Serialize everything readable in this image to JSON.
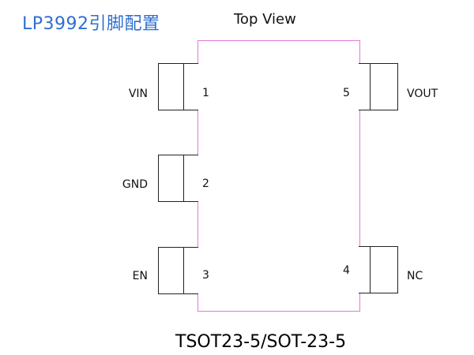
{
  "title": "LP3992引脚配置",
  "view_label": "Top View",
  "colors": {
    "title": "#2f6fd0",
    "chip_outline": "#e07ad8",
    "pin_outline": "#222222"
  },
  "pins": {
    "p1": {
      "number": "1",
      "name": "VIN"
    },
    "p2": {
      "number": "2",
      "name": "GND"
    },
    "p3": {
      "number": "3",
      "name": "EN"
    },
    "p4": {
      "number": "4",
      "name": "NC"
    },
    "p5": {
      "number": "5",
      "name": "VOUT"
    }
  },
  "package_label": "TSOT23-5/SOT-23-5"
}
